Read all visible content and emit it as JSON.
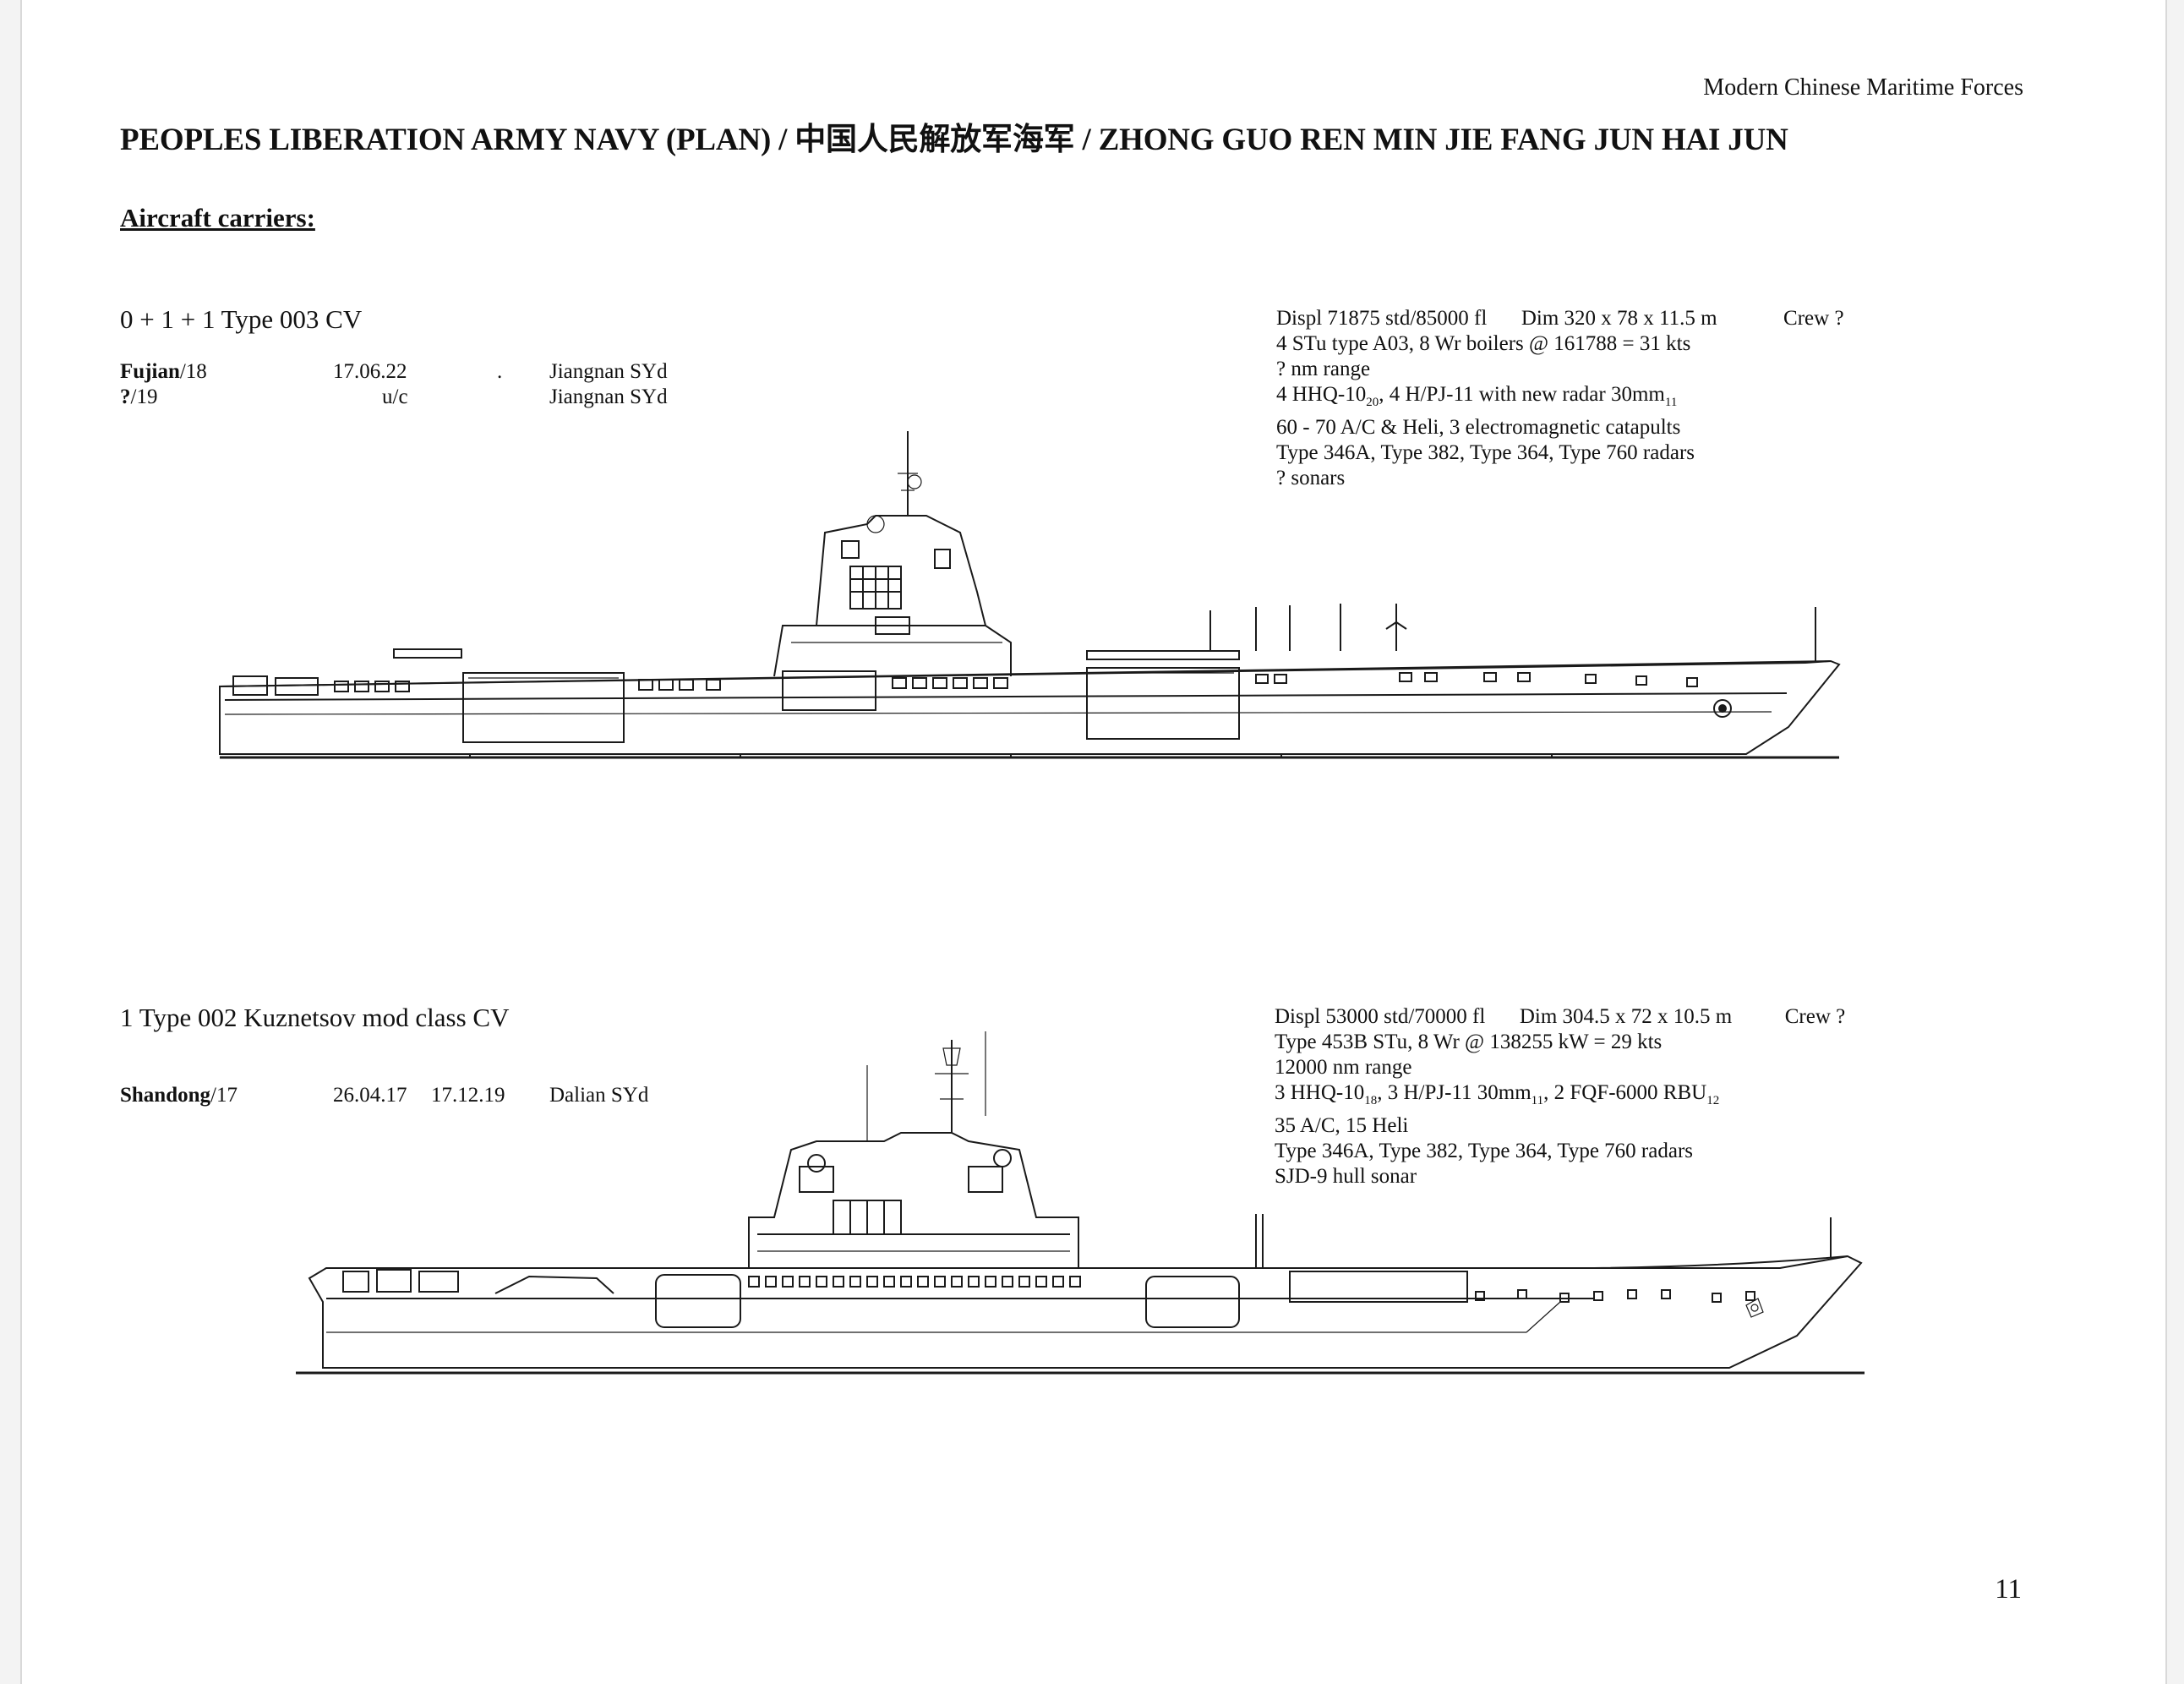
{
  "header": {
    "running_title": "Modern Chinese Maritime Forces",
    "page_title": "PEOPLES LIBERATION ARMY NAVY (PLAN) / 中国人民解放军海军 / ZHONG GUO REN MIN JIE FANG JUN HAI JUN"
  },
  "section": {
    "heading": "Aircraft carriers:"
  },
  "classes": [
    {
      "title": "0 + 1 + 1 Type 003 CV",
      "ships": [
        {
          "name": "Fujian",
          "suffix": "/18",
          "date1": "17.06.22",
          "date2": ".",
          "yard": "Jiangnan SYd"
        },
        {
          "name": "?",
          "suffix": "/19",
          "date1": "u/c",
          "date2": "",
          "yard": "Jiangnan SYd"
        }
      ],
      "specs": {
        "displ": "Displ 71875 std/85000 fl",
        "dim": "Dim 320 x 78 x 11.5 m",
        "crew": "Crew ?",
        "propulsion": "4 STu type A03, 8 Wr boilers @ 161788 = 31 kts",
        "range": "? nm range",
        "arm_a": "4 HHQ-10",
        "arm_a_sub": "20",
        "arm_b": ", 4 H/PJ-11 with new radar 30mm",
        "arm_b_sub": "11",
        "aircraft": "60 - 70 A/C & Heli, 3 electromagnetic catapults",
        "radars": "Type 346A, Type 382, Type 364, Type 760 radars",
        "sonars": "? sonars"
      }
    },
    {
      "title": "1 Type 002 Kuznetsov mod class CV",
      "ships": [
        {
          "name": "Shandong",
          "suffix": "/17",
          "date1": "26.04.17",
          "date2": "17.12.19",
          "yard": "Dalian SYd"
        }
      ],
      "specs": {
        "displ": "Displ 53000 std/70000 fl",
        "dim": "Dim 304.5 x 72 x 10.5 m",
        "crew": "Crew ?",
        "propulsion": "Type 453B STu, 8 Wr @ 138255 kW = 29 kts",
        "range": "12000 nm range",
        "arm_a": "3 HHQ-10",
        "arm_a_sub": "18",
        "arm_b": ", 3 H/PJ-11 30mm",
        "arm_b_sub": "11",
        "arm_c": ", 2 FQF-6000 RBU",
        "arm_c_sub": "12",
        "aircraft": "35 A/C, 15 Heli",
        "radars": "Type 346A, Type 382, Type 364, Type 760 radars",
        "sonars": "SJD-9 hull sonar"
      }
    }
  ],
  "footer": {
    "page_number": "11"
  }
}
